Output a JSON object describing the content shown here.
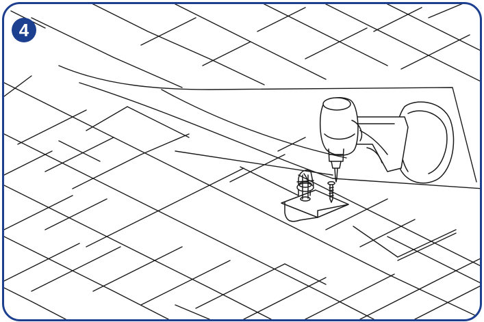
{
  "step": {
    "number": "4"
  },
  "colors": {
    "frame_border": "#1d3f8f",
    "badge_fill": "#1d3f8f",
    "badge_text": "#ffffff",
    "line_art": "#1a1a1a",
    "background": "#ffffff"
  },
  "illustration": {
    "subject": "roof-shingles",
    "tool": "cordless-drill-icon",
    "hardware": [
      "roof-mount-bracket",
      "lag-screw"
    ]
  }
}
